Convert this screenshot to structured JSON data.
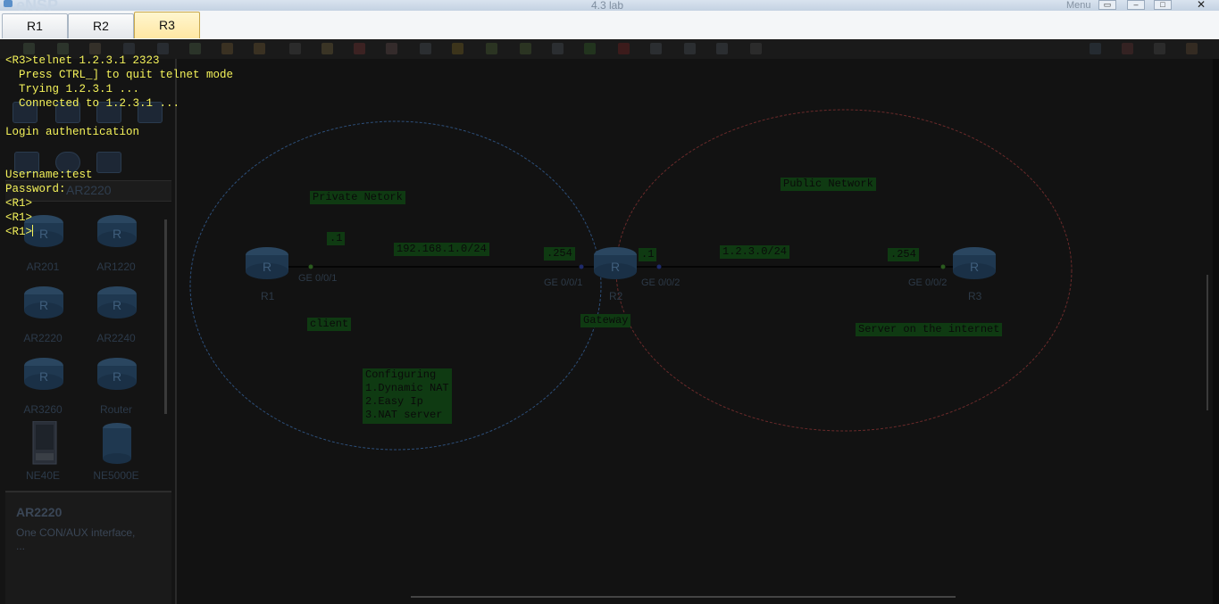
{
  "window": {
    "app_name": "eNSP",
    "title": "4.3 lab",
    "menu_label": "Menu"
  },
  "tabs": [
    {
      "label": "R1"
    },
    {
      "label": "R2"
    },
    {
      "label": "R3",
      "active": true
    }
  ],
  "terminal": {
    "lines": [
      "<R3>telnet 1.2.3.1 2323",
      "  Press CTRL_] to quit telnet mode",
      "  Trying 1.2.3.1 ...",
      "  Connected to 1.2.3.1 ...",
      "",
      "Login authentication",
      "",
      "",
      "Username:test",
      "Password:",
      "<R1>",
      "<R1>",
      "<R1>"
    ],
    "text_color": "#f5f35a"
  },
  "device_panel": {
    "section_title": "AR2220",
    "devices": [
      {
        "label": "AR201"
      },
      {
        "label": "AR1220"
      },
      {
        "label": "AR2220"
      },
      {
        "label": "AR2240"
      },
      {
        "label": "AR3260"
      },
      {
        "label": "Router"
      },
      {
        "label": "NE40E"
      },
      {
        "label": "NE5000E"
      }
    ],
    "info_title": "AR2220",
    "info_desc": "One CON/AUX interface,",
    "info_more": "..."
  },
  "topology": {
    "areas": [
      {
        "label": "Private Netork",
        "color": "#2d4f7a"
      },
      {
        "label": "Public Network",
        "color": "#6a2a2a"
      }
    ],
    "nodes": [
      {
        "label": "R1"
      },
      {
        "label": "R2"
      },
      {
        "label": "R3"
      }
    ],
    "ports": {
      "r1_ge": "GE 0/0/1",
      "r2_ge1": "GE 0/0/1",
      "r2_ge2": "GE 0/0/2",
      "r3_ge": "GE 0/0/2"
    },
    "labels": {
      "private_net": "Private Netork",
      "public_net": "Public Network",
      "r1_host": ".1",
      "lan_subnet": "192.168.1.0/24",
      "r2_lan": ".254",
      "r2_wan": ".1",
      "wan_subnet": "1.2.3.0/24",
      "r3_wan": ".254",
      "client": "client",
      "gateway": "Gateway",
      "server": "Server on the internet",
      "config": "Configuring\n1.Dynamic NAT\n2.Easy Ip\n3.NAT server"
    },
    "label_bg": "#0f3a12"
  }
}
